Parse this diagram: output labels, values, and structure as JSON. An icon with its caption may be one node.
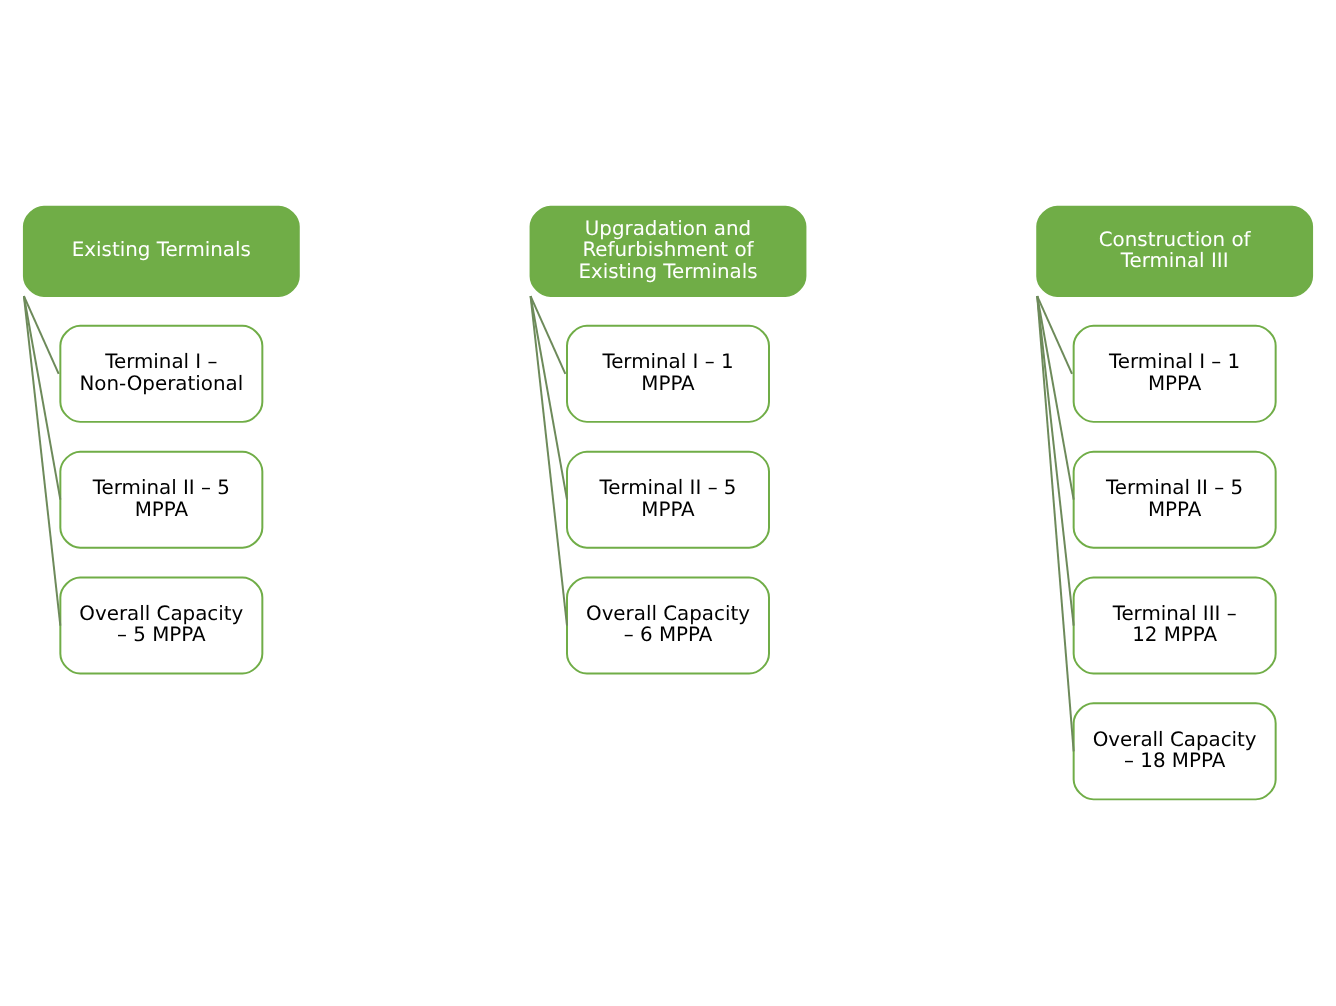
{
  "diagram": {
    "nodes": [
      {
        "text": [
          "Existing Terminals"
        ]
      },
      {
        "text": [
          "Terminal I – Non-Operational"
        ]
      },
      {
        "text": [
          "Terminal II – 5 MPPA"
        ]
      },
      {
        "text": [
          "Overall Capacity – 5 MPPA"
        ]
      },
      {
        "text": [
          "Upgradation and Refurbishment of Existing Terminals"
        ]
      },
      {
        "text": [
          "Terminal I – 1 MPPA"
        ]
      },
      {
        "text": [
          "Terminal II – 5 MPPA"
        ]
      },
      {
        "text": [
          "Overall Capacity – 6 MPPA"
        ]
      },
      {
        "text": [
          "Construction of Terminal III"
        ]
      },
      {
        "text": [
          "Terminal I – 1 MPPA"
        ]
      },
      {
        "text": [
          "Terminal II – 5 MPPA"
        ]
      },
      {
        "text": [
          "Terminal III – 12 MPPA"
        ]
      },
      {
        "text": [
          "Overall Capacity – 18 MPPA"
        ]
      }
    ],
    "edges": [
      {
        "from": 0,
        "to": 1,
        "arrow": "none"
      },
      {
        "from": 0,
        "to": 2,
        "arrow": "none"
      },
      {
        "from": 0,
        "to": 3,
        "arrow": "none"
      },
      {
        "from": 4,
        "to": 5,
        "arrow": "none"
      },
      {
        "from": 4,
        "to": 6,
        "arrow": "none"
      },
      {
        "from": 4,
        "to": 7,
        "arrow": "none"
      },
      {
        "from": 8,
        "to": 9,
        "arrow": "none"
      },
      {
        "from": 8,
        "to": 10,
        "arrow": "none"
      },
      {
        "from": 8,
        "to": 11,
        "arrow": "none"
      },
      {
        "from": 8,
        "to": 12,
        "arrow": "none"
      }
    ]
  }
}
